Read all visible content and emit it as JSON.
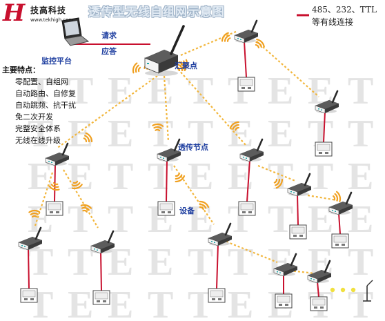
{
  "logo": {
    "mark": "H",
    "name": "技高科技",
    "url": "www.tekhigh.com"
  },
  "title": "透传型无线自组网示意图",
  "legend": {
    "line1": "485、232、TTL",
    "line2": "等有线连接",
    "line_color": "#c8102e"
  },
  "labels": {
    "request": "请求",
    "response": "应答",
    "monitor": "监控平台",
    "aggregation": "汇聚点",
    "relay": "透传节点",
    "device": "设备"
  },
  "features": {
    "title": "主要特点：",
    "items": [
      "零配置、自组网",
      "自动路由、自修复",
      "自动跳频、抗干扰",
      "免二次开发",
      "完整安全体系",
      "无线在线升级"
    ]
  },
  "colors": {
    "wire": "#c8102e",
    "link_dashes": "#f2b63c",
    "signal_arcs": "#f0a020",
    "label_blue": "#1f3fa0",
    "watermark": "#e4e4e4"
  },
  "icons": [
    "laptop-icon",
    "gateway-icon",
    "router-icon",
    "device-panel-icon",
    "signal-arcs-icon",
    "antenna-icon"
  ]
}
